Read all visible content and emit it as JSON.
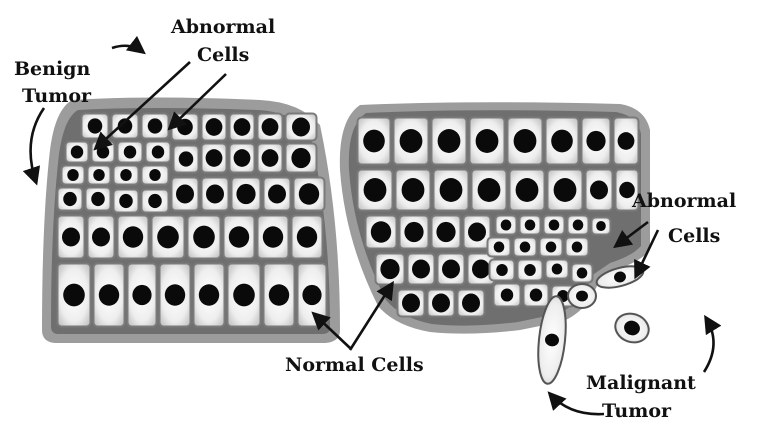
{
  "labels": {
    "benign_tumor_line1": "Benign",
    "benign_tumor_line2": "Tumor",
    "abnormal_cells_left_line1": "Abnormal",
    "abnormal_cells_left_line2": "Cells",
    "abnormal_cells_right_line1": "Abnormal",
    "abnormal_cells_right_line2": "Cells",
    "normal_cells": "Normal Cells",
    "malignant_tumor_line1": "Malignant",
    "malignant_tumor_line2": "Tumor"
  },
  "colors": {
    "tissue_border": "#9a9a9a",
    "cell_wall": "#7c7c7c",
    "cytoplasm": "#e6e6e6",
    "nucleus": "#0a0a0a",
    "arrow": "#111111",
    "background": "#ffffff"
  }
}
